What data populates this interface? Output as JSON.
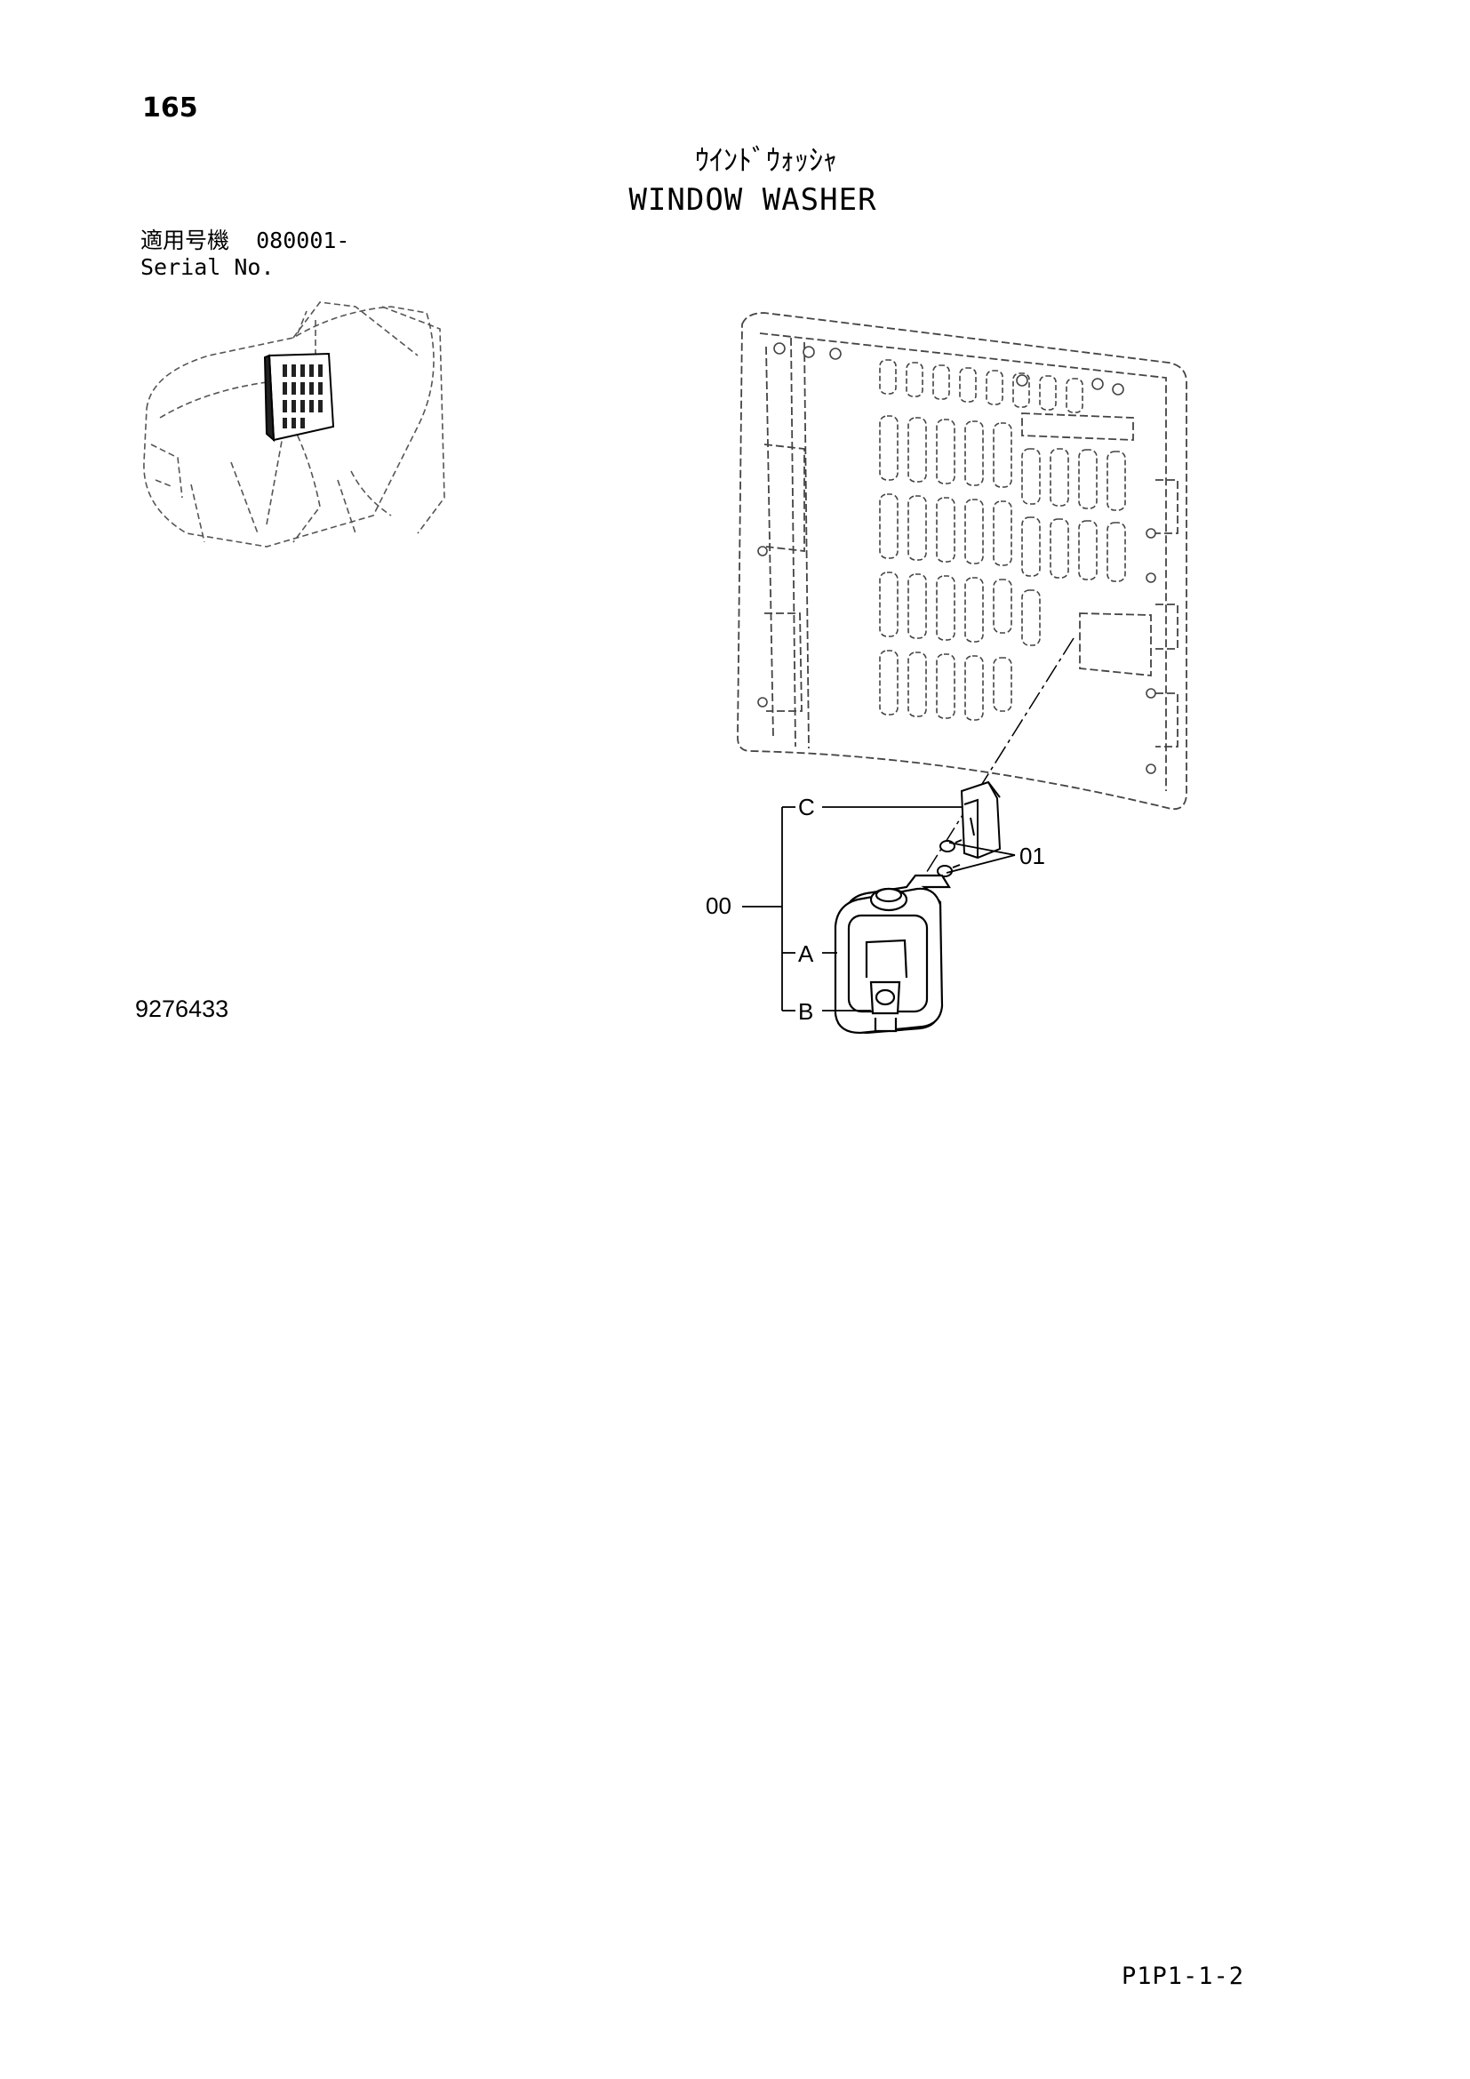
{
  "header": {
    "page_number": "165",
    "title_jp": "ｳｲﾝﾄﾞｳｫｯｼｬ",
    "title_en": "WINDOW WASHER"
  },
  "serial": {
    "label_jp": "適用号機",
    "value": "080001-",
    "label_en": "Serial No."
  },
  "callouts": {
    "c": "C",
    "a": "A",
    "b": "B",
    "assembly": "00",
    "bolt": "01"
  },
  "footer": {
    "drawing_number": "9276433",
    "page_code": "P1P1-1-2"
  }
}
